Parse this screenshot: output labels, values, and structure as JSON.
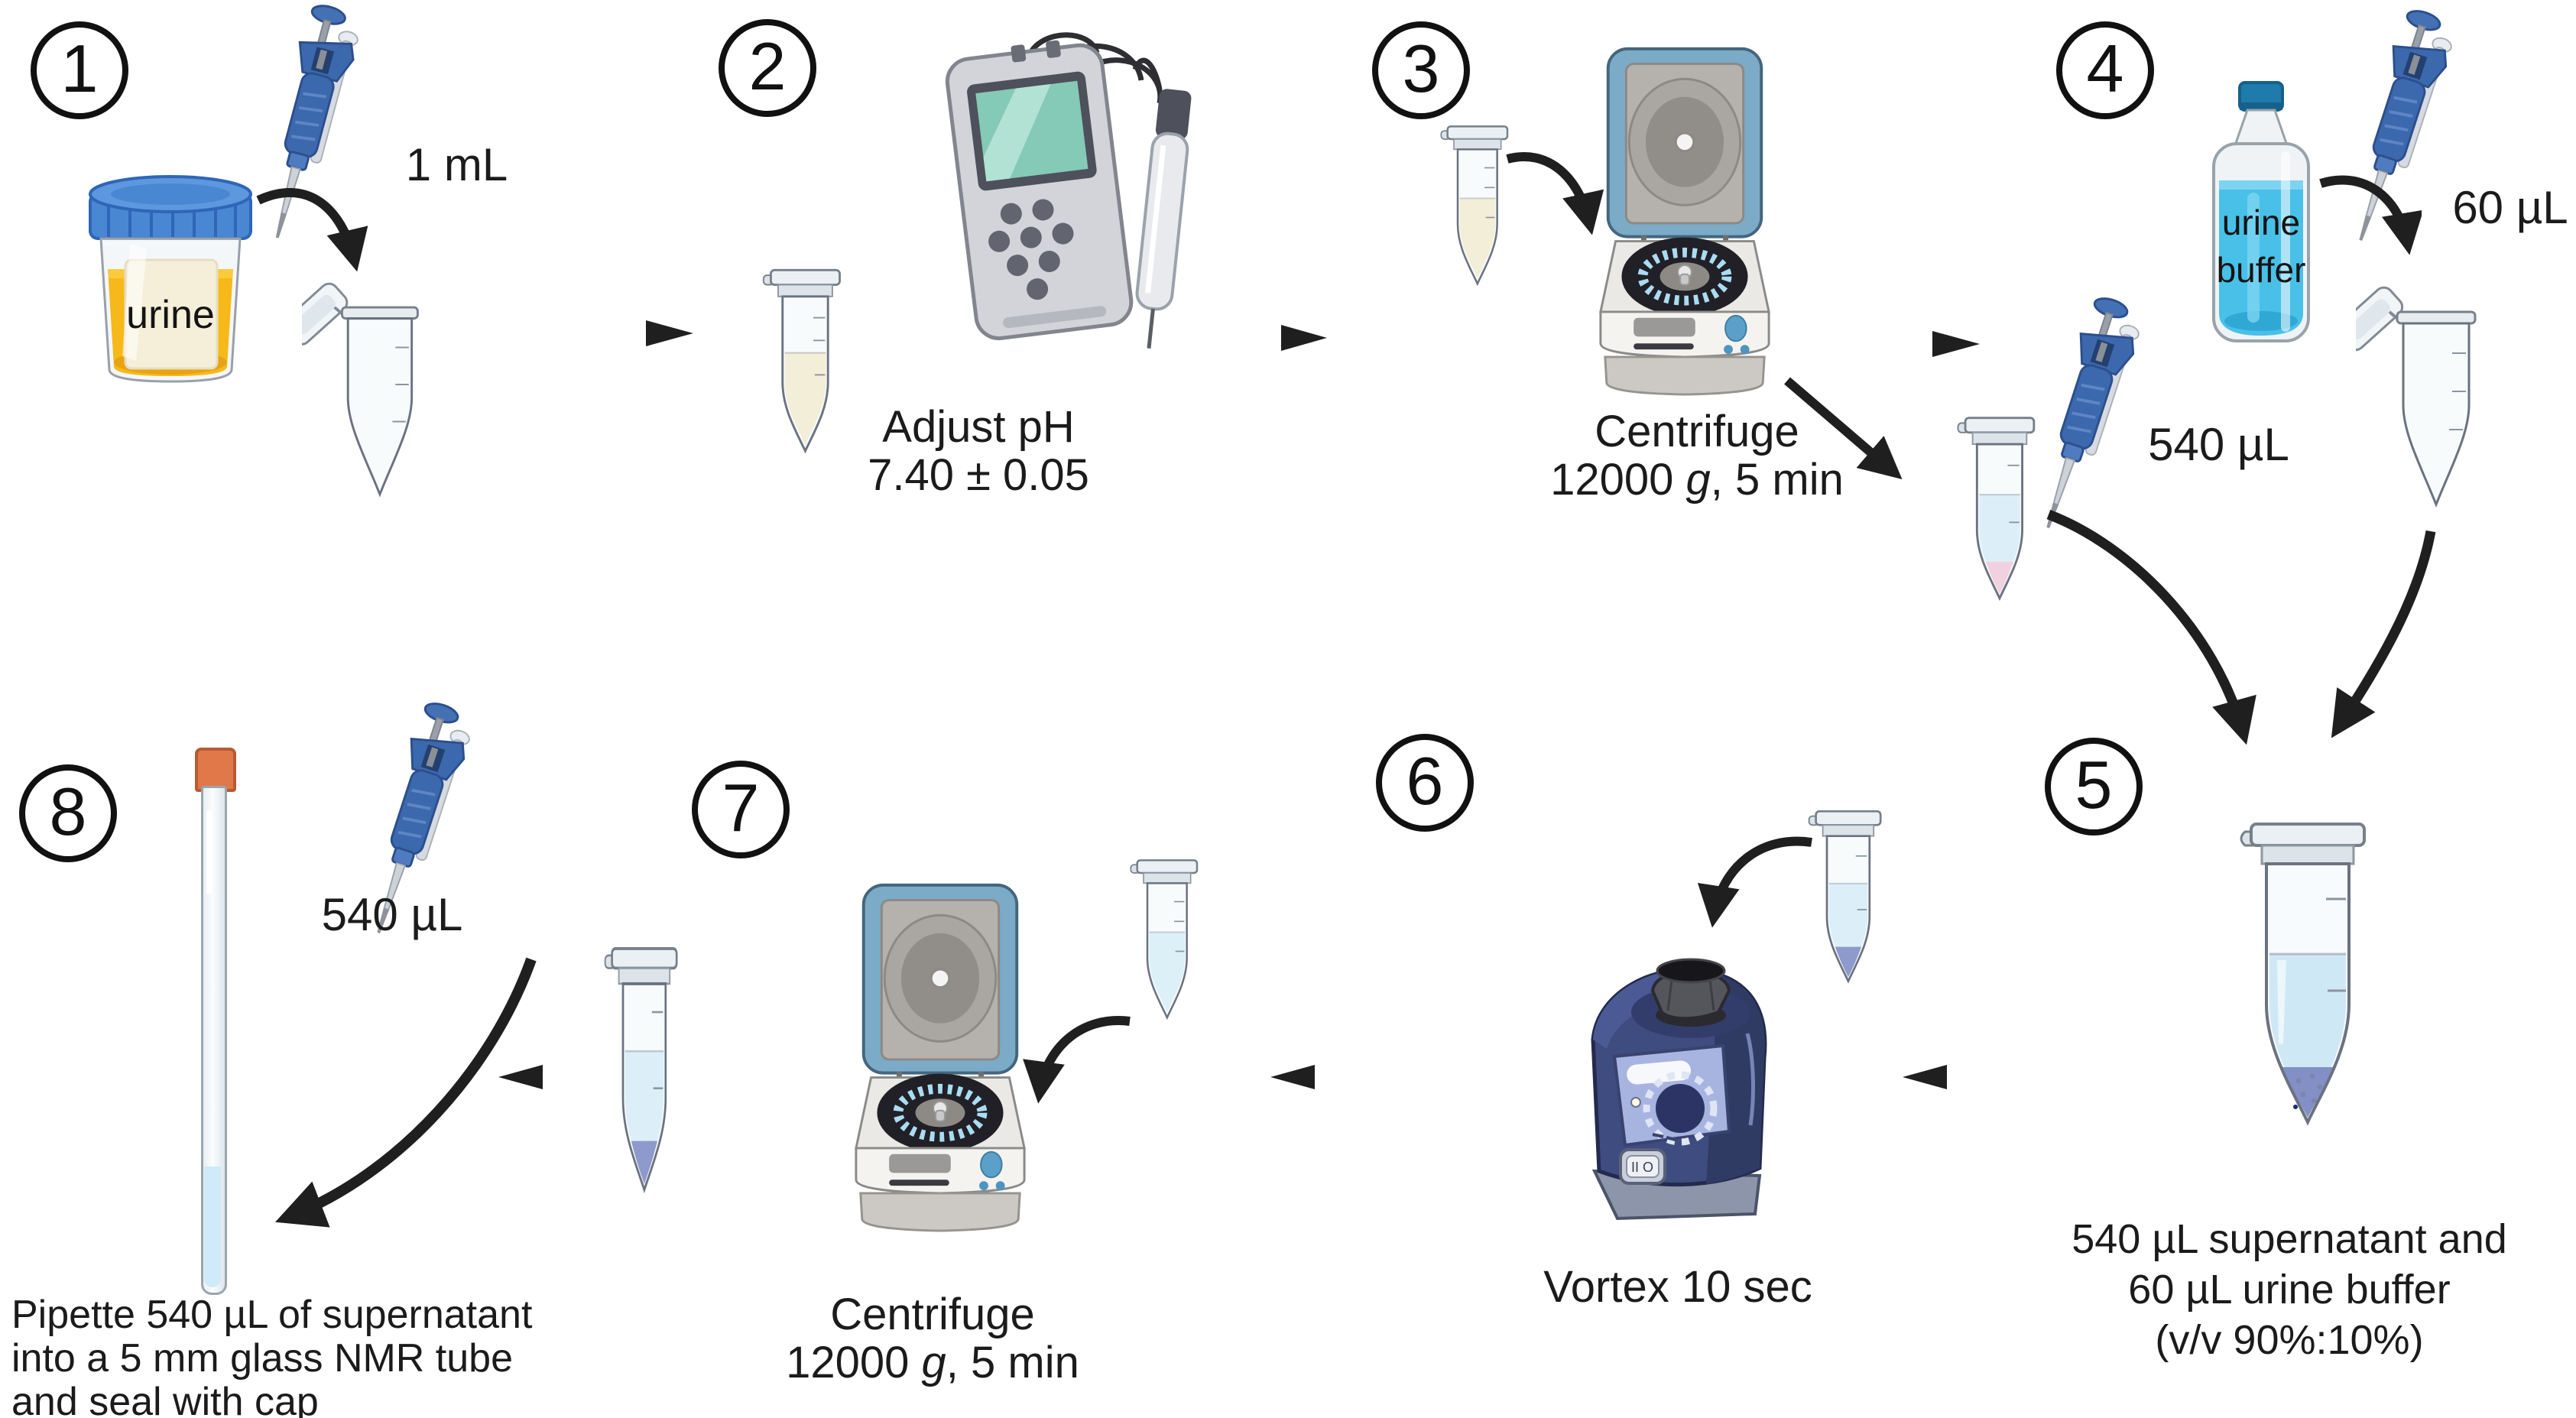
{
  "figure": {
    "background": "#ffffff",
    "type": "laboratory protocol flow diagram"
  },
  "colors": {
    "text": "#1b1b1b",
    "arrow": "#1f1f1f",
    "pipette_blue": "#3c68ae",
    "cup_lid_blue": "#4a87d2",
    "urine_yellow": "#f6b919",
    "pale_urine": "#f5e2ae",
    "buffer_cyan": "#49c0e8",
    "supernatant_blue": "#c9e7f7",
    "pellet_blue": "#2b3c9c",
    "pellet_pink": "#f2aac6",
    "centrifuge_lid_blue": "#7babc6",
    "vortex_navy": "#3e4c80",
    "nmr_cap_orange": "#e0784a"
  },
  "icons": [
    "pipette-icon",
    "urine-cup-icon",
    "microtube-icon",
    "ph-meter-icon",
    "centrifuge-icon",
    "buffer-bottle-icon",
    "vortex-mixer-icon",
    "nmr-tube-icon",
    "arrow-icon"
  ],
  "steps": [
    {
      "number": "1",
      "pipette_volume": "1 mL",
      "container_label": "urine"
    },
    {
      "number": "2",
      "caption": [
        "Adjust pH",
        "7.40 ± 0.05"
      ]
    },
    {
      "number": "3",
      "caption_line1": "Centrifuge",
      "caption_line2_pre": "12000 ",
      "caption_line2_italic": "g",
      "caption_line2_post": ", 5 min"
    },
    {
      "number": "4",
      "bottle_label": [
        "urine",
        "buffer"
      ],
      "volume_buffer": "60 µL",
      "volume_supernatant": "540 µL"
    },
    {
      "number": "5",
      "caption": [
        "540 µL supernatant and",
        "60 µL urine buffer",
        "(v/v 90%:10%)"
      ]
    },
    {
      "number": "6",
      "caption": "Vortex 10 sec"
    },
    {
      "number": "7",
      "caption_line1": "Centrifuge",
      "caption_line2_pre": "12000 ",
      "caption_line2_italic": "g",
      "caption_line2_post": ", 5 min"
    },
    {
      "number": "8",
      "pipette_volume": "540 µL",
      "caption": [
        "Pipette 540 µL of supernatant",
        "into a 5 mm glass NMR tube",
        "and seal with cap"
      ]
    }
  ]
}
